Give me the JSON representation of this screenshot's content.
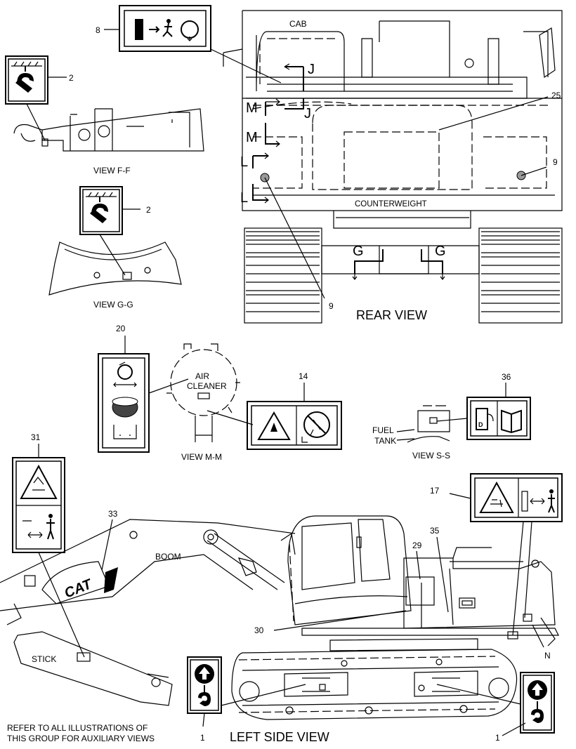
{
  "views": {
    "rear": "REAR VIEW",
    "left_side": "LEFT SIDE VIEW",
    "ff": "VIEW F-F",
    "gg": "VIEW G-G",
    "mm": "VIEW M-M",
    "ss": "VIEW S-S"
  },
  "labels": {
    "cab": "CAB",
    "counterweight": "COUNTERWEIGHT",
    "air": "AIR",
    "cleaner": "CLEANER",
    "fuel": "FUEL",
    "tank": "TANK",
    "boom": "BOOM",
    "stick": "STICK",
    "cat": "CAT"
  },
  "section_markers": {
    "j": "J",
    "m": "M",
    "l": "L",
    "g": "G",
    "n": "N"
  },
  "callouts": {
    "c1": "1",
    "c2": "2",
    "c8": "8",
    "c9": "9",
    "c14": "14",
    "c17": "17",
    "c20": "20",
    "c25": "25",
    "c29": "29",
    "c30": "30",
    "c31": "31",
    "c33": "33",
    "c35": "35",
    "c36": "36"
  },
  "note": {
    "line1": "REFER TO ALL ILLUSTRATIONS OF",
    "line2": "THIS GROUP FOR AUXILIARY VIEWS"
  },
  "icons": {
    "decal_8": "exit-door-icon",
    "decal_2": "tie-down-hook-icon",
    "decal_20": "engine-belt-icon",
    "decal_14": "flammable-warning-icon",
    "decal_36": "diesel-fuel-manual-icon",
    "decal_31": "crush-warning-icon",
    "decal_17": "entanglement-warning-icon",
    "decal_1": "lifting-hook-icon"
  }
}
